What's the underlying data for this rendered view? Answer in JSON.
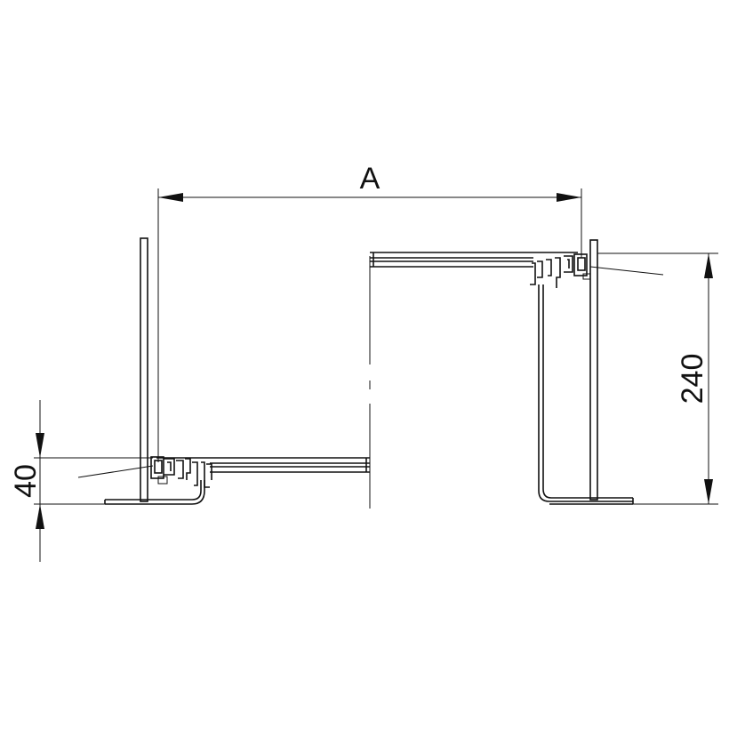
{
  "dimensions": {
    "width_label": "A",
    "height_label": "240",
    "step_label": "40"
  },
  "colors": {
    "line": "#111111",
    "background": "#ffffff"
  }
}
